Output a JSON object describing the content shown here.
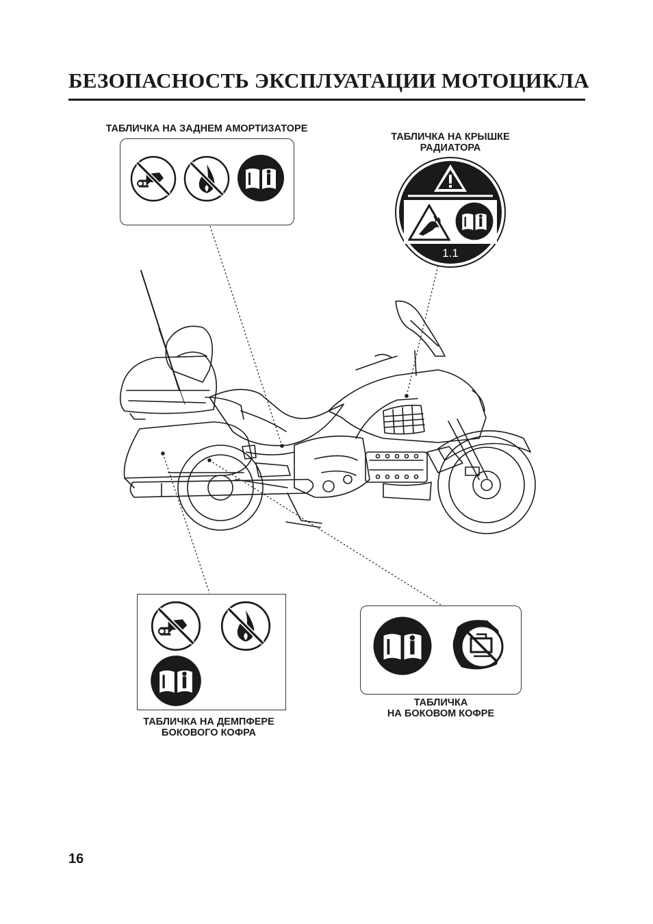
{
  "header": {
    "title": "БЕЗОПАСНОСТЬ ЭКСПЛУАТАЦИИ МОТОЦИКЛА"
  },
  "labels": {
    "rear_shock": {
      "lines": [
        "ТАБЛИЧКА НА ЗАДНЕМ АМОРТИЗАТОРЕ"
      ]
    },
    "radiator_cap": {
      "lines": [
        "ТАБЛИЧКА НА КРЫШКЕ",
        "РАДИАТОРА"
      ],
      "version": "1.1"
    },
    "saddlebag_damper": {
      "lines": [
        "ТАБЛИЧКА НА ДЕМПФЕРЕ",
        "БОКОВОГО КОФРА"
      ]
    },
    "saddlebag": {
      "lines": [
        "ТАБЛИЧКА",
        "НА БОКОВОМ КОФРЕ"
      ]
    }
  },
  "icons": {
    "rear_shock": [
      "no-disassembly-icon",
      "no-fire-icon",
      "read-manual-icon"
    ],
    "radiator_cap": [
      "warning-triangle-icon",
      "hot-steam-warning-icon",
      "read-manual-icon"
    ],
    "saddlebag_damper": [
      "no-disassembly-icon",
      "no-fire-icon",
      "read-manual-icon"
    ],
    "saddlebag": [
      "read-manual-icon",
      "no-overload-icon"
    ]
  },
  "footer": {
    "page_number": "16"
  }
}
